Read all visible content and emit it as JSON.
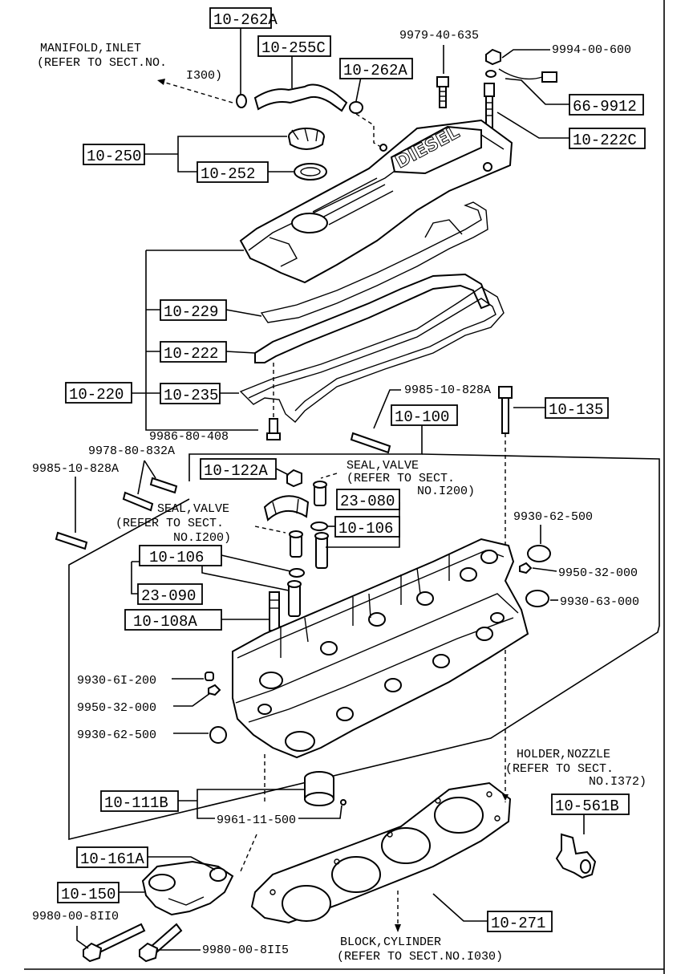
{
  "callouts": {
    "c_10_262A_top": "10-262A",
    "c_10_255C": "10-255C",
    "c_10_262A_mid": "10-262A",
    "c_66_9912": "66-9912",
    "c_10_222C": "10-222C",
    "c_10_250": "10-250",
    "c_10_252": "10-252",
    "c_10_229": "10-229",
    "c_10_222": "10-222",
    "c_10_220": "10-220",
    "c_10_235": "10-235",
    "c_10_135": "10-135",
    "c_10_100": "10-100",
    "c_10_122A": "10-122A",
    "c_23_080": "23-080",
    "c_10_106_right": "10-106",
    "c_10_106_left": "10-106",
    "c_23_090": "23-090",
    "c_10_108A": "10-108A",
    "c_10_111B": "10-111B",
    "c_10_161A": "10-161A",
    "c_10_150": "10-150",
    "c_10_561B": "10-561B",
    "c_10_271": "10-271"
  },
  "part_numbers": {
    "p_9979_40_635": "9979-40-635",
    "p_9994_00_600": "9994-00-600",
    "p_9985_10_828A_right": "9985-10-828A",
    "p_9986_80_408": "9986-80-408",
    "p_9978_80_832A": "9978-80-832A",
    "p_9985_10_828A_left": "9985-10-828A",
    "p_9930_62_500_right": "9930-62-500",
    "p_9950_32_000_right": "9950-32-000",
    "p_9930_63_000": "9930-63-000",
    "p_9930_61_200": "9930-6I-200",
    "p_9950_32_000_left": "9950-32-000",
    "p_9930_62_500_left": "9930-62-500",
    "p_9961_11_500": "9961-11-500",
    "p_9980_00_8110": "9980-00-8II0",
    "p_9980_00_8115": "9980-00-8II5"
  },
  "notes": {
    "manifold": [
      "MANIFOLD,INLET",
      "(REFER TO SECT.NO.",
      "I300)"
    ],
    "seal_valve_right": [
      "SEAL,VALVE",
      "(REFER TO SECT.",
      "NO.I200)"
    ],
    "seal_valve_left": [
      "SEAL,VALVE",
      "(REFER TO SECT.",
      "NO.I200)"
    ],
    "holder_nozzle": [
      "HOLDER,NOZZLE",
      "(REFER TO SECT.",
      "NO.I372)"
    ],
    "block_cylinder": [
      "BLOCK,CYLINDER",
      "(REFER TO SECT.NO.I030)"
    ]
  },
  "cover_logo": "DIESEL"
}
